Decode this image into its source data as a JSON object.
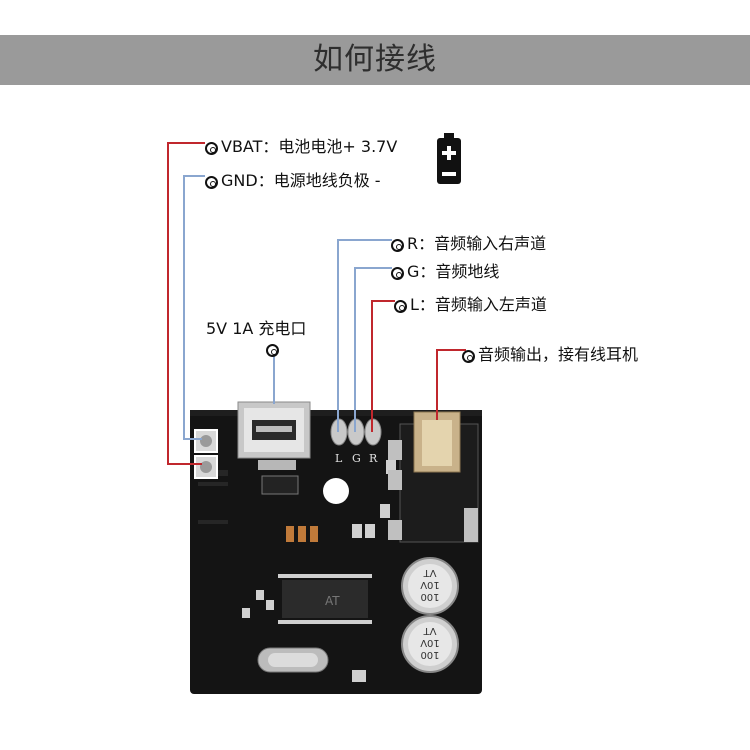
{
  "header": {
    "title": "如何接线"
  },
  "labels": {
    "vbat": "VBAT：电池电池+ 3.7V",
    "gnd": "GND：电源地线负极 -",
    "r": "R：音频输入右声道",
    "g": "G：音频地线",
    "l": "L：音频输入左声道",
    "charge": "5V 1A 充电口",
    "output": "音频输出，接有线耳机"
  },
  "board": {
    "pin_letters": [
      "L",
      "G",
      "R"
    ],
    "cap1": [
      "100",
      "10V",
      "VT"
    ],
    "cap2": [
      "100",
      "10V",
      "VT"
    ],
    "chip_text": "AT"
  },
  "colors": {
    "banner": "#9a9a9a",
    "wire_red": "#c0272d",
    "wire_blue": "#8aa6cf",
    "board": "#141414",
    "battery": "#111111"
  },
  "icons": [
    "battery-icon",
    "terminal-ring-icon"
  ]
}
